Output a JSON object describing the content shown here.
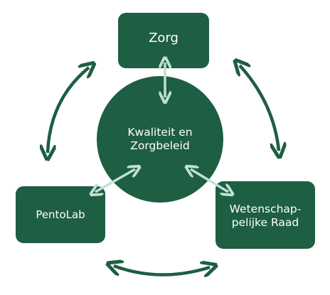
{
  "diagram": {
    "nodes": {
      "center": {
        "line1": "Kwaliteit en",
        "line2": "Zorgbeleid"
      },
      "top": {
        "label": "Zorg"
      },
      "left": {
        "label": "PentoLab"
      },
      "right": {
        "line1": "Wetenschap-",
        "line2": "pelijke Raad"
      }
    },
    "colors": {
      "node_fill": "#1e5e43",
      "outer_arrow": "#1e5e43",
      "inner_arrow": "#bfe1d2",
      "text": "#ffffff"
    }
  }
}
